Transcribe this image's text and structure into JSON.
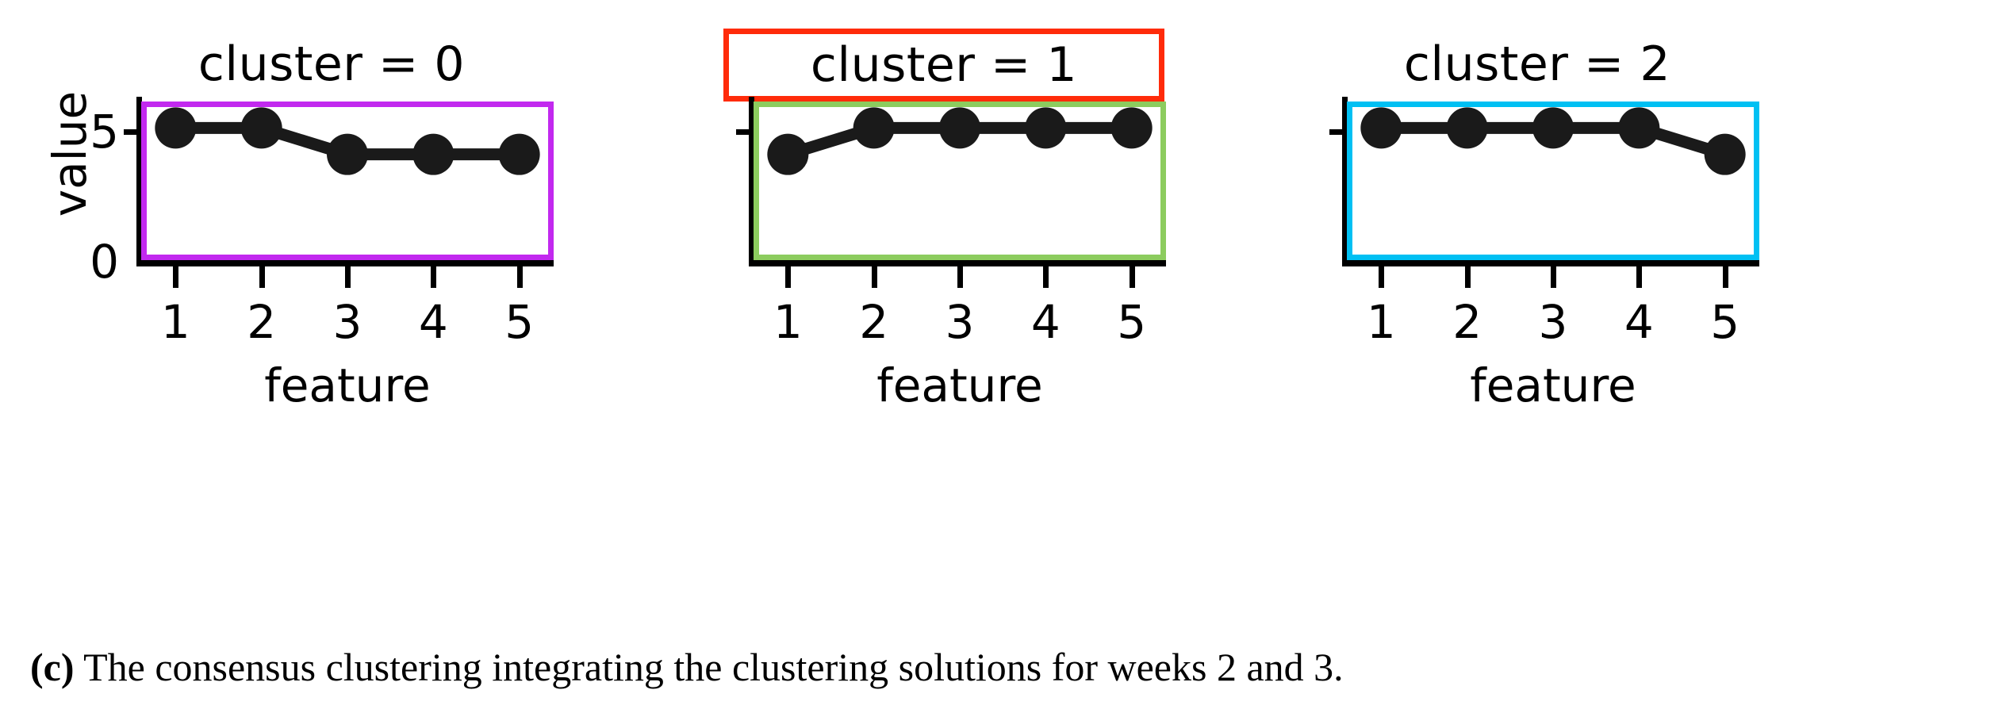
{
  "figure": {
    "caption_tag": "(c)",
    "caption_text": " The consensus clustering integrating the clustering solutions for weeks 2 and 3.",
    "background": "#ffffff"
  },
  "axes": {
    "ylabel": "value",
    "xlabel": "feature",
    "y_ticklabels": [
      "5",
      "0"
    ],
    "x_ticklabels": [
      "1",
      "2",
      "3",
      "4",
      "5"
    ]
  },
  "panels": [
    {
      "title": "cluster = 0",
      "box_color": "#c229ef",
      "title_box_color": null
    },
    {
      "title": "cluster = 1",
      "box_color": "#8ccc5e",
      "title_box_color": "#ff2b0a"
    },
    {
      "title": "cluster = 2",
      "box_color": "#00c0f3",
      "title_box_color": null
    }
  ],
  "chart_data": {
    "type": "line",
    "title": "",
    "xlabel": "feature",
    "ylabel": "value",
    "categories": [
      1,
      2,
      3,
      4,
      5
    ],
    "ylim": [
      0,
      6
    ],
    "xlim": [
      0.6,
      5.4
    ],
    "grid": false,
    "legend": "none",
    "marker": "o",
    "marker_color": "#1a1a1a",
    "line_color": "#1a1a1a",
    "series": [
      {
        "name": "cluster = 0",
        "values": [
          5,
          5,
          4,
          4,
          4
        ]
      },
      {
        "name": "cluster = 1",
        "values": [
          4,
          5,
          5,
          5,
          5
        ]
      },
      {
        "name": "cluster = 2",
        "values": [
          5,
          5,
          5,
          5,
          4
        ]
      }
    ]
  }
}
